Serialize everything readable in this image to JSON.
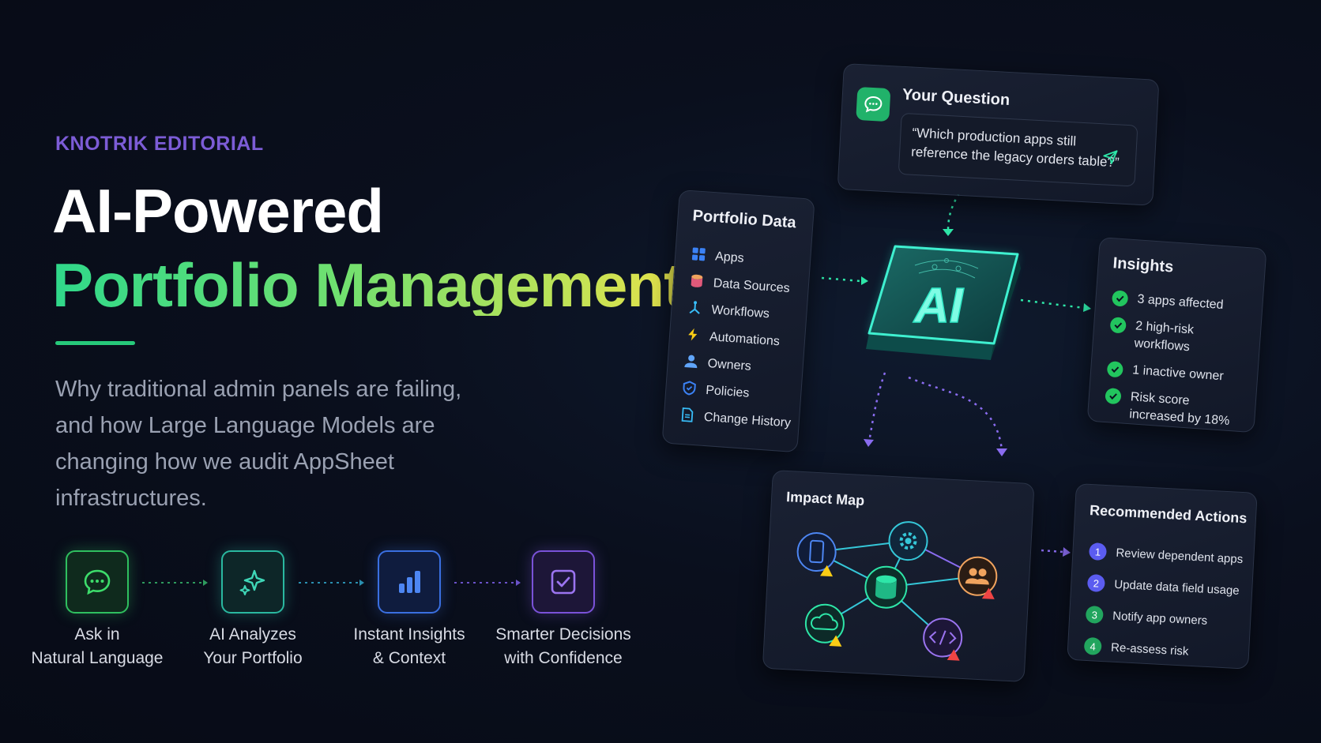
{
  "eyebrow": "KNOTRIK EDITORIAL",
  "title_line1": "AI-Powered",
  "title_line2": "Portfolio Management",
  "subtitle": "Why traditional admin panels are failing, and how Large Language Models are changing how we audit AppSheet infrastructures.",
  "steps": [
    {
      "line1": "Ask in",
      "line2": "Natural Language",
      "icon": "chat-icon"
    },
    {
      "line1": "AI Analyzes",
      "line2": "Your Portfolio",
      "icon": "sparkle-icon"
    },
    {
      "line1": "Instant Insights",
      "line2": "& Context",
      "icon": "bar-chart-icon"
    },
    {
      "line1": "Smarter Decisions",
      "line2": "with Confidence",
      "icon": "checkbox-icon"
    }
  ],
  "question": {
    "title": "Your Question",
    "text": "“Which production apps still reference the legacy orders table?”"
  },
  "portfolio": {
    "title": "Portfolio Data",
    "items": [
      "Apps",
      "Data Sources",
      "Workflows",
      "Automations",
      "Owners",
      "Policies",
      "Change History"
    ]
  },
  "ai_label": "AI",
  "insights": {
    "title": "Insights",
    "items": [
      "3 apps affected",
      "2 high-risk workflows",
      "1 inactive owner",
      "Risk score increased by 18%"
    ]
  },
  "impact_map": {
    "title": "Impact Map"
  },
  "actions": {
    "title": "Recommended Actions",
    "items": [
      {
        "num": "1",
        "label": "Review dependent apps"
      },
      {
        "num": "2",
        "label": "Update data field usage"
      },
      {
        "num": "3",
        "label": "Notify app owners"
      },
      {
        "num": "4",
        "label": "Re-assess risk"
      }
    ]
  },
  "colors": {
    "accent_green": "#2fd88a",
    "accent_yellow": "#e8e34a",
    "accent_purple": "#7c5cd6",
    "teal": "#2ee6c4",
    "background": "#0a0f1d"
  }
}
